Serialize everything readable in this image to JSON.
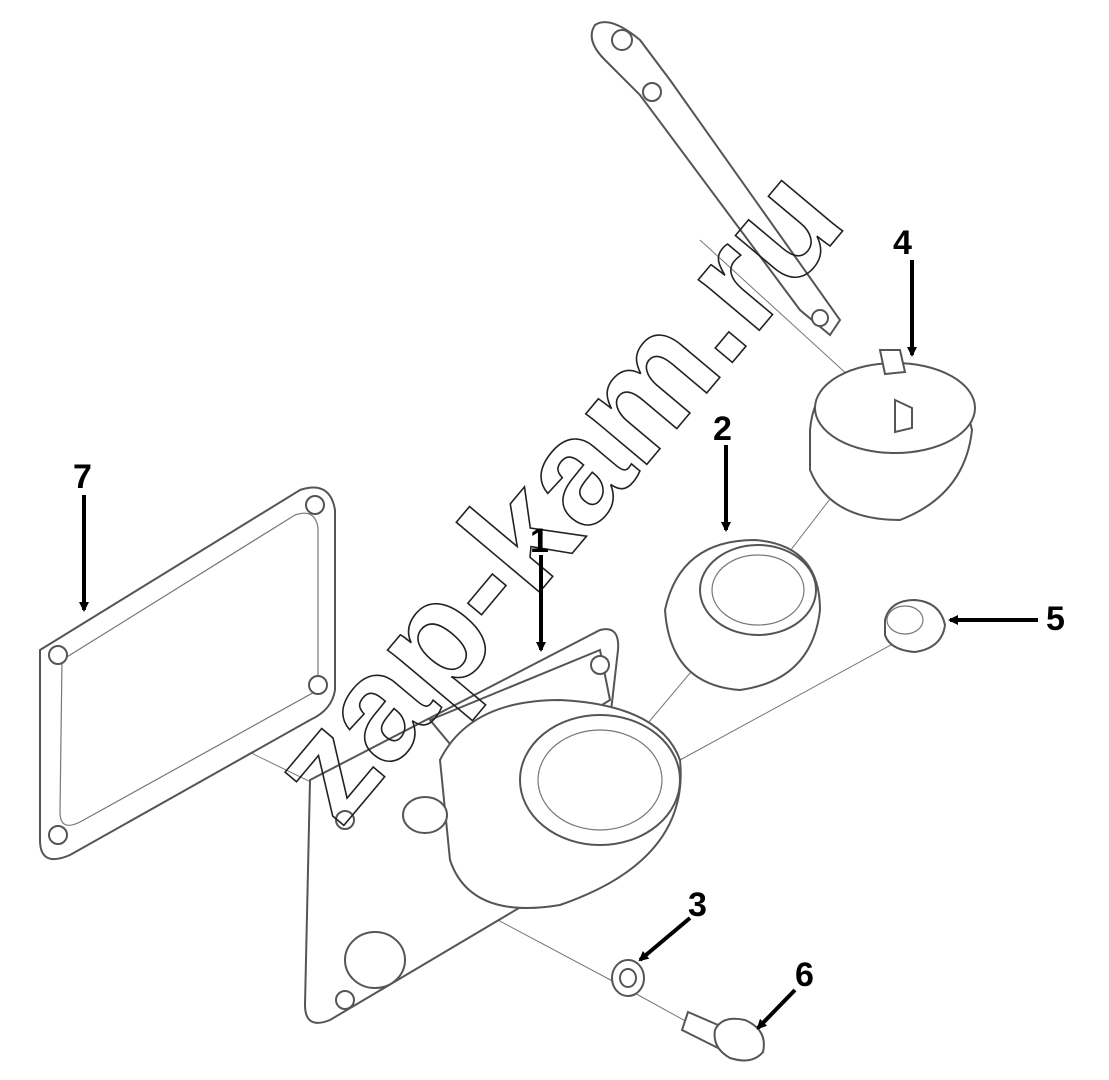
{
  "diagram": {
    "watermark": "zap-kam.ru",
    "callouts": [
      {
        "id": "1",
        "label": "1"
      },
      {
        "id": "2",
        "label": "2"
      },
      {
        "id": "3",
        "label": "3"
      },
      {
        "id": "4",
        "label": "4"
      },
      {
        "id": "5",
        "label": "5"
      },
      {
        "id": "6",
        "label": "6"
      },
      {
        "id": "7",
        "label": "7"
      }
    ],
    "colors": {
      "line": "#555555",
      "arrow": "#000000",
      "background": "#ffffff"
    }
  }
}
